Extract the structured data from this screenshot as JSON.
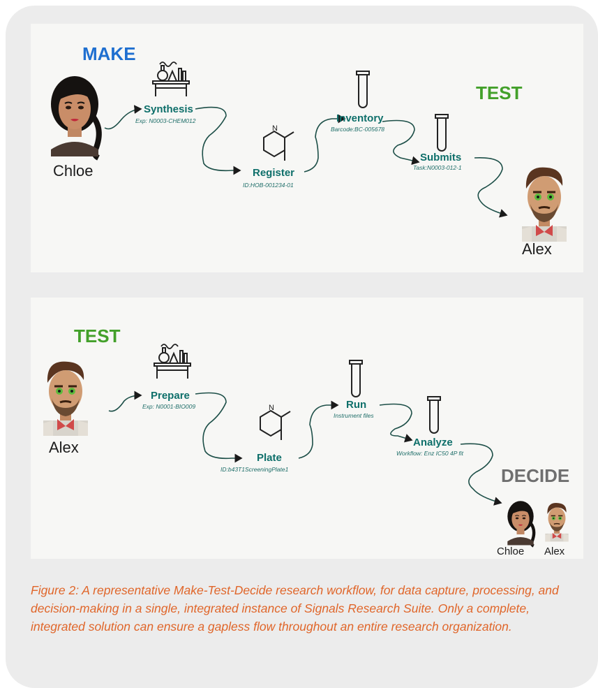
{
  "colors": {
    "make": "#1f6fd0",
    "test": "#43a02a",
    "decide": "#6f6f6f",
    "step": "#0e6f6a",
    "caption": "#e0662a"
  },
  "panel1": {
    "stage_make": "MAKE",
    "stage_test": "TEST",
    "person_left": "Chloe",
    "person_right": "Alex",
    "steps": [
      {
        "label": "Synthesis",
        "sub": "Exp: N0003-CHEM012",
        "icon": "lab-bench-icon"
      },
      {
        "label": "Register",
        "sub": "ID:HOB-001234-01",
        "icon": "molecule-icon"
      },
      {
        "label": "Inventory",
        "sub": "Barcode:BC-005678",
        "icon": "test-tube-icon"
      },
      {
        "label": "Submits",
        "sub": "Task:N0003-012-1",
        "icon": "test-tube-icon"
      }
    ]
  },
  "panel2": {
    "stage_test": "TEST",
    "stage_decide": "DECIDE",
    "person_left": "Alex",
    "decide_people": [
      "Chloe",
      "Alex"
    ],
    "steps": [
      {
        "label": "Prepare",
        "sub": "Exp: N0001-BIO009",
        "icon": "lab-bench-icon"
      },
      {
        "label": "Plate",
        "sub": "ID:b43T1ScreeningPlate1",
        "icon": "molecule-icon"
      },
      {
        "label": "Run",
        "sub": "Instrument files",
        "icon": "test-tube-icon"
      },
      {
        "label": "Analyze",
        "sub": "Workflow: Enz IC50 4P fit",
        "icon": "test-tube-icon"
      }
    ]
  },
  "caption": "Figure 2:  A representative Make-Test-Decide research workflow, for data capture, processing, and decision-making in a single, integrated instance of Signals Research Suite. Only a complete, integrated solution can ensure a gapless flow throughout an entire research organization."
}
